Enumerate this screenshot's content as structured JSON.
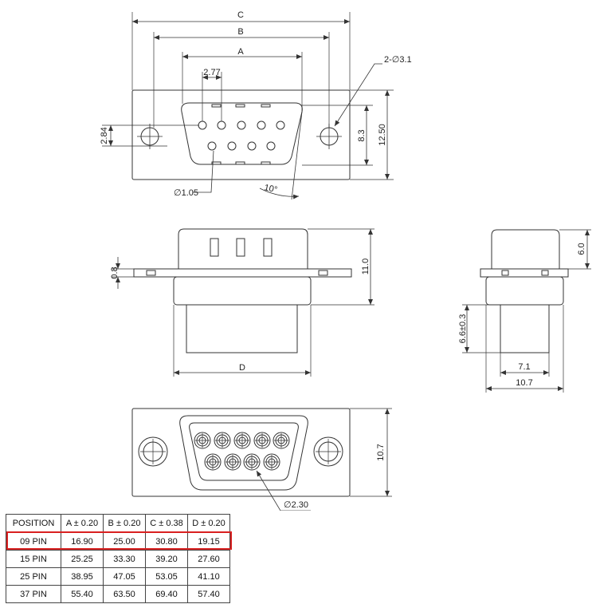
{
  "dimensions": {
    "c": "C",
    "b": "B",
    "a": "A",
    "pin_pitch": "2.77",
    "mount_holes": "2-∅3.1",
    "row_spacing": "2.84",
    "inner_height": "8.3",
    "flange_height": "12.50",
    "pin_diameter": "∅1.05",
    "angle": "10°",
    "flange_thickness": "0.8",
    "body_height": "11.0",
    "d": "D",
    "shell_height": "6.0",
    "tail_length": "6.6±0.3",
    "tail_width": "7.1",
    "overall_depth": "10.7",
    "bottom_height": "10.7",
    "contact_diameter": "∅2.30"
  },
  "table": {
    "headers": [
      "POSITION",
      "A ± 0.20",
      "B ± 0.20",
      "C ± 0.38",
      "D ± 0.20"
    ],
    "rows": [
      [
        "09 PIN",
        "16.90",
        "25.00",
        "30.80",
        "19.15"
      ],
      [
        "15 PIN",
        "25.25",
        "33.30",
        "39.20",
        "27.60"
      ],
      [
        "25 PIN",
        "38.95",
        "47.05",
        "53.05",
        "41.10"
      ],
      [
        "37 PIN",
        "55.40",
        "63.50",
        "69.40",
        "57.40"
      ]
    ],
    "highlight_row": "09 PIN",
    "highlight_color": "#d92020"
  },
  "colors": {
    "line": "#333333",
    "highlight": "#d92020"
  }
}
